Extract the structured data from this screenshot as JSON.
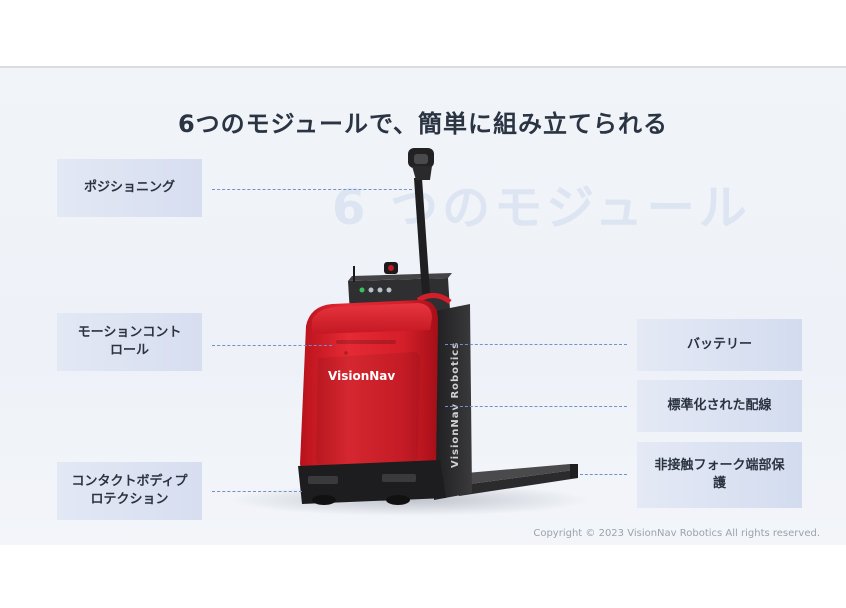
{
  "slide": {
    "title": "6つのモジュールで、簡単に組み立てられる",
    "watermark": "6 つのモジュール",
    "left_labels": [
      "ポジショニング",
      "モーションコント\nロール",
      "コンタクトボディプ\nロテクション"
    ],
    "right_labels": [
      "バッテリー",
      "標準化された配線",
      "非接触フォーク端部保\n護"
    ],
    "copyright": "Copyright © 2023 VisionNav Robotics All rights reserved.",
    "robot": {
      "front_logo": "VisionNav",
      "side_logo": "VisionNav Robotics",
      "body_color": "#d8202c",
      "frame_color": "#2a2a2c"
    },
    "leader_color": "#6f93c9"
  }
}
